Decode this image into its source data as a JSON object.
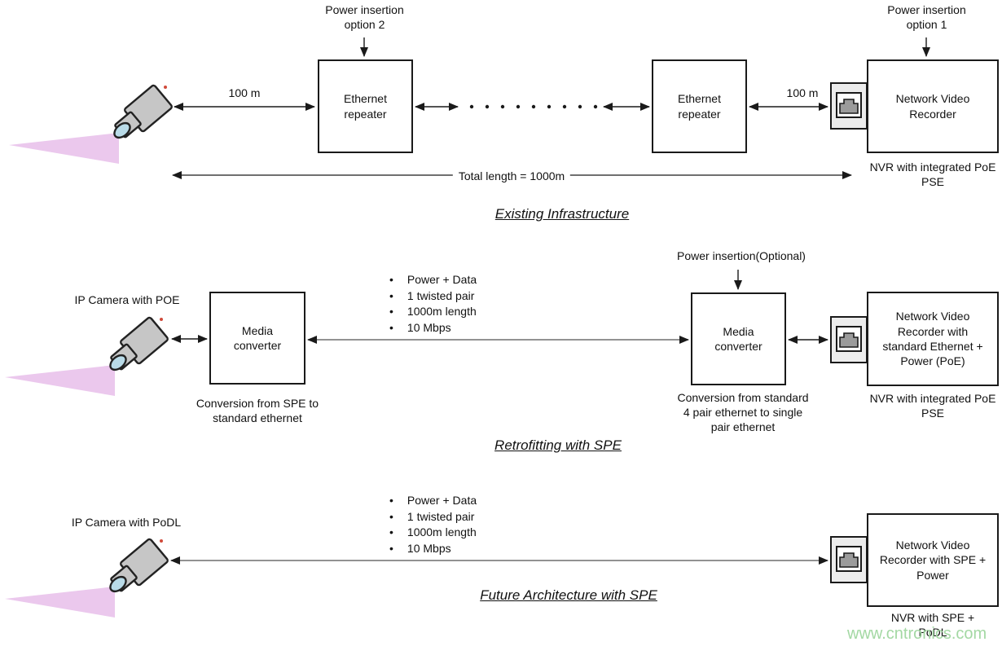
{
  "watermark": {
    "text": "www.cntronics.com",
    "color": "#a3d8a3"
  },
  "colors": {
    "camera_body": "#c6c6c6",
    "light_cone": "#ebc8ed",
    "lens": "#b9dbe8",
    "port_face": "#ececec",
    "jack": "#9b9b9b",
    "line": "#1a1a1a",
    "long_line": "#6e6e6e"
  },
  "sections": [
    {
      "title": "Existing Infrastructure",
      "power_insertion_left": "Power insertion option 2",
      "power_insertion_right": "Power insertion option 1",
      "distance_left": "100 m",
      "distance_right": "100 m",
      "repeater_label": "Ethernet repeater",
      "nvr_label": "Network Video Recorder",
      "nvr_caption": "NVR with integrated PoE PSE",
      "total_length": "Total length = 1000m"
    },
    {
      "title": "Retrofitting with SPE",
      "camera_label": "IP Camera with POE",
      "bullets": [
        "Power + Data",
        "1 twisted pair",
        "1000m length",
        "10 Mbps"
      ],
      "power_insertion": "Power insertion(Optional)",
      "media_converter_label": "Media converter",
      "mc_left_caption": "Conversion from SPE to standard ethernet",
      "mc_right_caption": "Conversion from standard 4 pair ethernet to single pair ethernet",
      "nvr_label": "Network Video Recorder with standard Ethernet + Power (PoE)",
      "nvr_caption": "NVR with integrated PoE PSE"
    },
    {
      "title": "Future Architecture with SPE",
      "camera_label": "IP Camera with PoDL",
      "bullets": [
        "Power + Data",
        "1 twisted pair",
        "1000m length",
        "10 Mbps"
      ],
      "nvr_label": "Network Video Recorder with SPE + Power",
      "nvr_caption": "NVR with SPE + PoDL"
    }
  ]
}
